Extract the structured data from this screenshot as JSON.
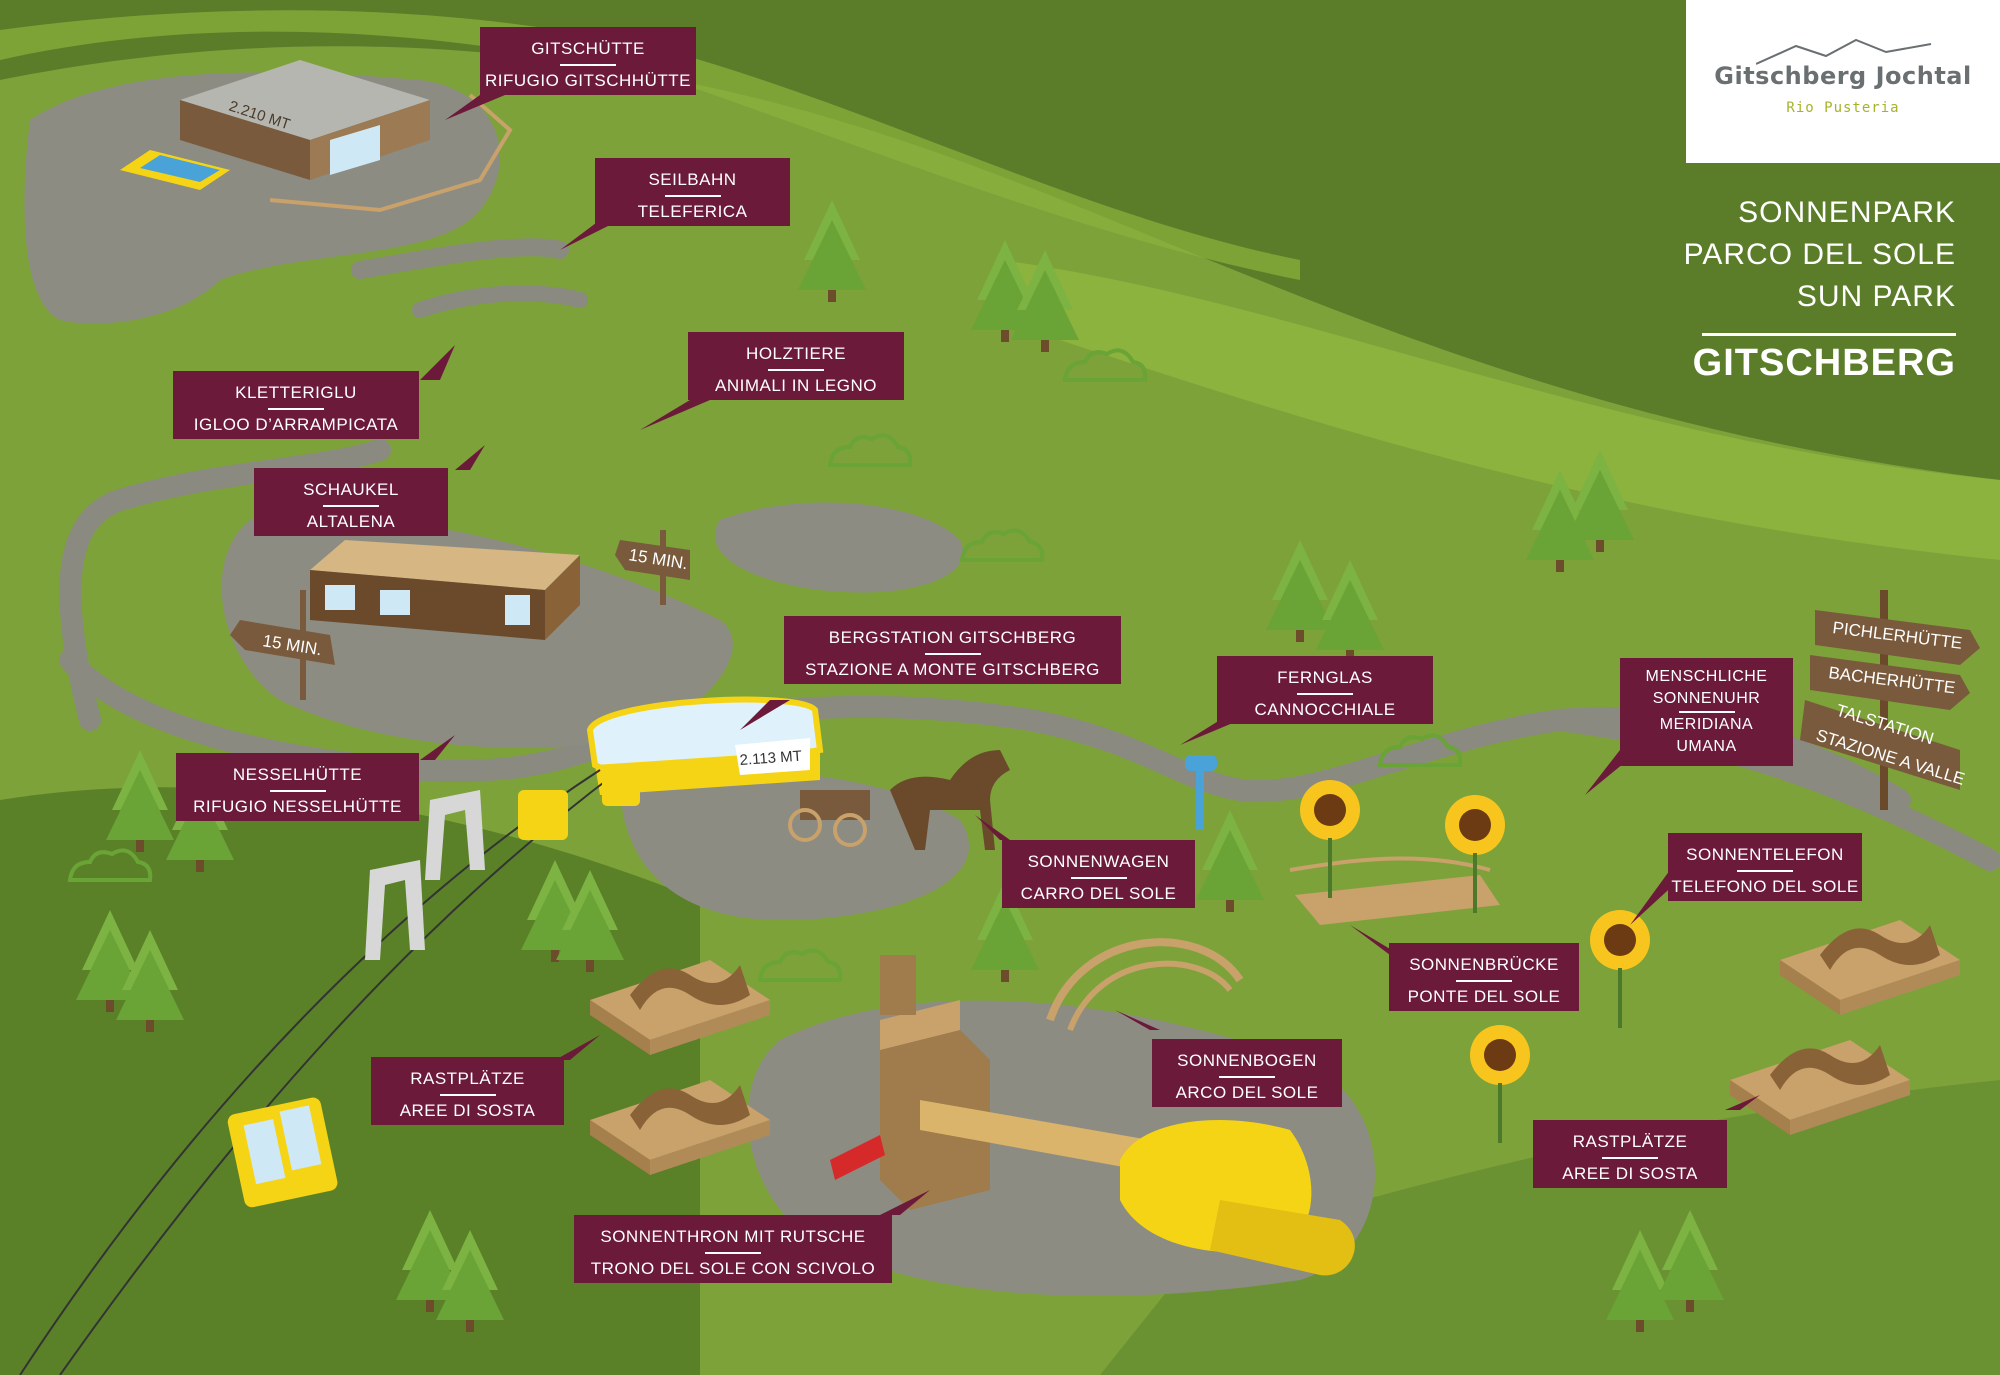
{
  "logo": {
    "name": "Gitschberg Jochtal",
    "subtitle": "Rio Pusteria"
  },
  "park": {
    "titles": [
      "SONNENPARK",
      "PARCO DEL SOLE",
      "SUN PARK"
    ],
    "name": "GITSCHBERG"
  },
  "altitudes": {
    "hut": "2.210 MT",
    "station": "2.113 MT"
  },
  "signs": {
    "time_left": "15 MIN.",
    "time_right": "15 MIN.",
    "directions": [
      "PICHLERHÜTTE",
      "BACHERHÜTTE",
      "TALSTATION",
      "STAZIONE A VALLE"
    ]
  },
  "labels": {
    "gitschhuette": {
      "de": "GITSCHÜTTE",
      "it": "RIFUGIO GITSCHHÜTTE"
    },
    "seilbahn": {
      "de": "SEILBAHN",
      "it": "TELEFERICA"
    },
    "holztiere": {
      "de": "HOLZTIERE",
      "it": "ANIMALI IN LEGNO"
    },
    "kletteriglu": {
      "de": "KLETTERIGLU",
      "it": "IGLOO D’ARRAMPICATA"
    },
    "schaukel": {
      "de": "SCHAUKEL",
      "it": "ALTALENA"
    },
    "bergstation": {
      "de": "BERGSTATION GITSCHBERG",
      "it": "STAZIONE A MONTE GITSCHBERG"
    },
    "fernglas": {
      "de": "FERNGLAS",
      "it": "CANNOCCHIALE"
    },
    "sonnenuhr": {
      "de1": "MENSCHLICHE",
      "de2": "SONNENUHR",
      "it1": "MERIDIANA",
      "it2": "UMANA"
    },
    "nesselhuette": {
      "de": "NESSELHÜTTE",
      "it": "RIFUGIO NESSELHÜTTE"
    },
    "sonnenwagen": {
      "de": "SONNENWAGEN",
      "it": "CARRO DEL SOLE"
    },
    "sonnentelefon": {
      "de": "SONNENTELEFON",
      "it": "TELEFONO DEL SOLE"
    },
    "sonnenbruecke": {
      "de": "SONNENBRÜCKE",
      "it": "PONTE DEL SOLE"
    },
    "sonnenbogen": {
      "de": "SONNENBOGEN",
      "it": "ARCO DEL SOLE"
    },
    "rastplaetze_left": {
      "de": "RASTPLÄTZE",
      "it": "AREE DI SOSTA"
    },
    "rastplaetze_right": {
      "de": "RASTPLÄTZE",
      "it": "AREE DI SOSTA"
    },
    "sonnenthron": {
      "de": "SONNENTHRON MIT RUTSCHE",
      "it": "TRONO DEL SOLE CON SCIVOLO"
    }
  },
  "colors": {
    "grass_light": "#8cb33d",
    "grass_dark": "#4f7024",
    "path": "#8a8a80",
    "label_bg": "#6b1a3a",
    "wood": "#c9a16a",
    "yellow": "#f5d416"
  }
}
